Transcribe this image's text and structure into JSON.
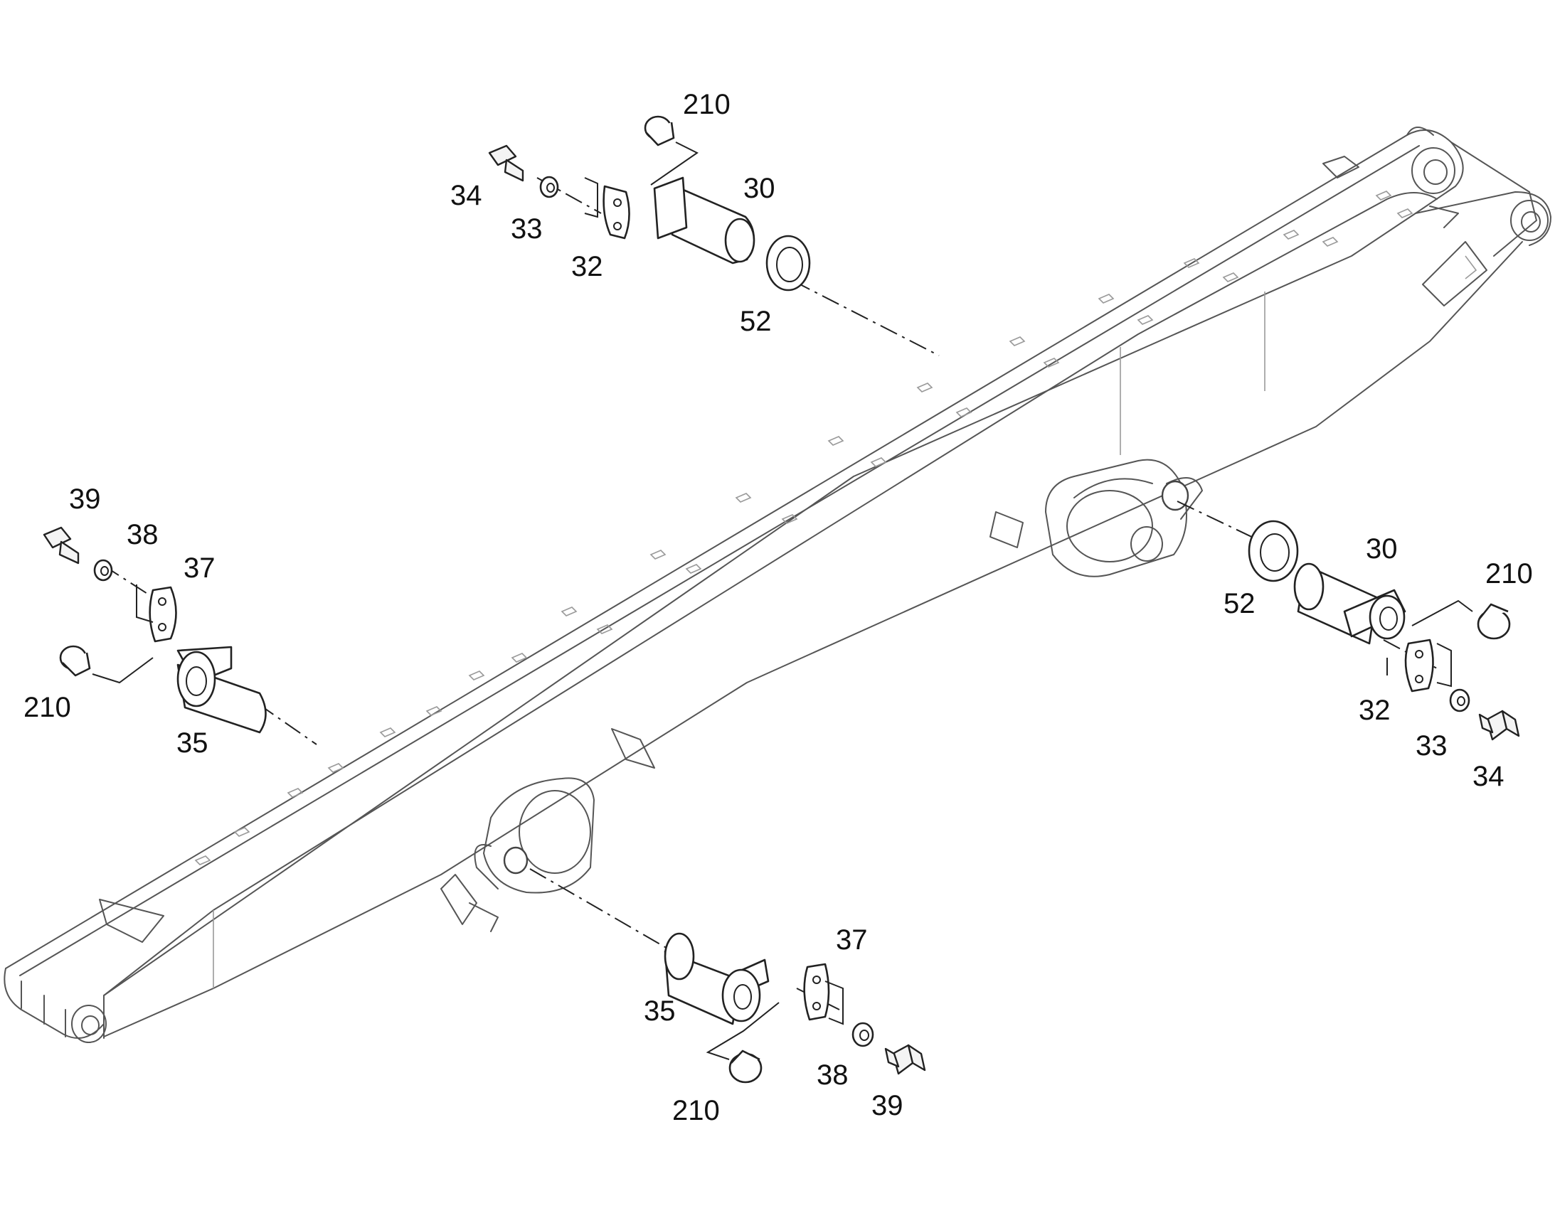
{
  "diagram": {
    "callouts": {
      "c210_top": "210",
      "c30_top": "30",
      "c34_top": "34",
      "c33_top": "33",
      "c32_top": "32",
      "c52_top": "52",
      "c39_left": "39",
      "c38_left": "38",
      "c37_left": "37",
      "c210_left": "210",
      "c35_left": "35",
      "c30_right": "30",
      "c210_right": "210",
      "c52_right": "52",
      "c32_right": "32",
      "c33_right": "33",
      "c34_right": "34",
      "c37_bottom": "37",
      "c35_bottom": "35",
      "c38_bottom": "38",
      "c39_bottom": "39",
      "c210_bottom": "210"
    }
  }
}
